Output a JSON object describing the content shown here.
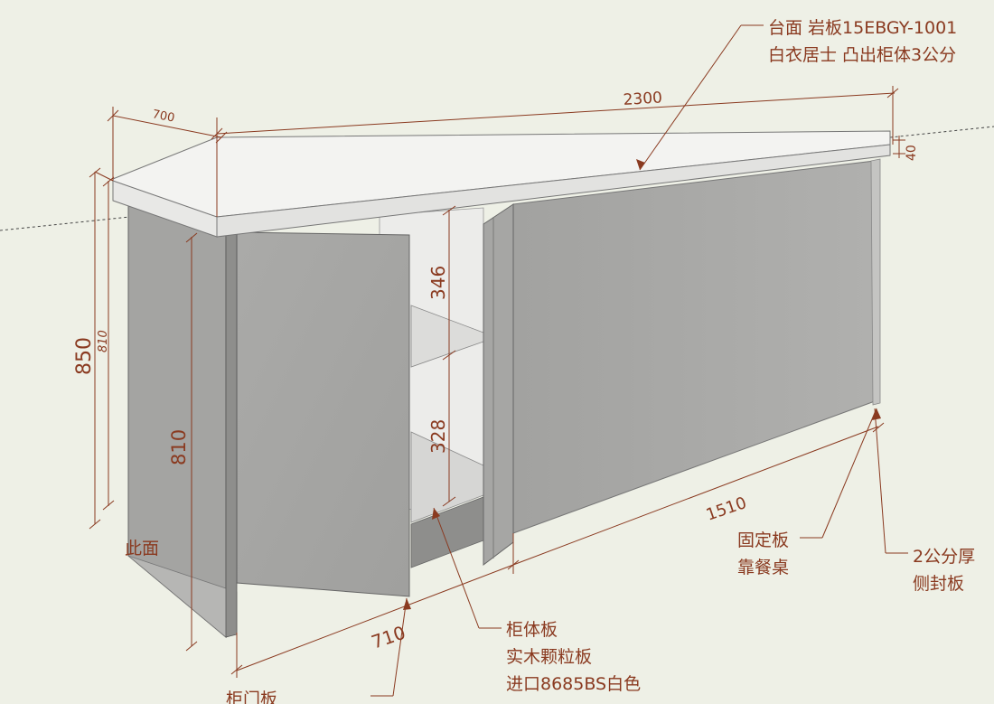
{
  "dimensions": {
    "total_length": "2300",
    "depth_top": "700",
    "top_thickness": "40",
    "total_height": "850",
    "cabinet_height_inner": "810",
    "cabinet_height_front": "810",
    "upper_shelf_gap": "346",
    "lower_shelf_gap": "328",
    "fixed_section_length": "1510",
    "door_section_length": "710"
  },
  "annotations": {
    "countertop_line1": "台面 岩板15EBGY-1001",
    "countertop_line2": "白衣居士 凸出柜体3公分",
    "fixed_panel_line1": "固定板",
    "fixed_panel_line2": "靠餐桌",
    "side_panel_line1": "2公分厚",
    "side_panel_line2": "侧封板",
    "carcass_line1": "柜体板",
    "carcass_line2": "实木颗粒板",
    "carcass_line3": "进口8685BS白色",
    "door_label": "柜门板",
    "left_label": "此面"
  },
  "colors": {
    "background": "#eef0e6",
    "dimension_line": "#8a3a20",
    "panel_front": "#a9a9a7",
    "panel_side": "#9a9a98",
    "countertop": "#f2f2f0",
    "interior": "#ececea"
  }
}
